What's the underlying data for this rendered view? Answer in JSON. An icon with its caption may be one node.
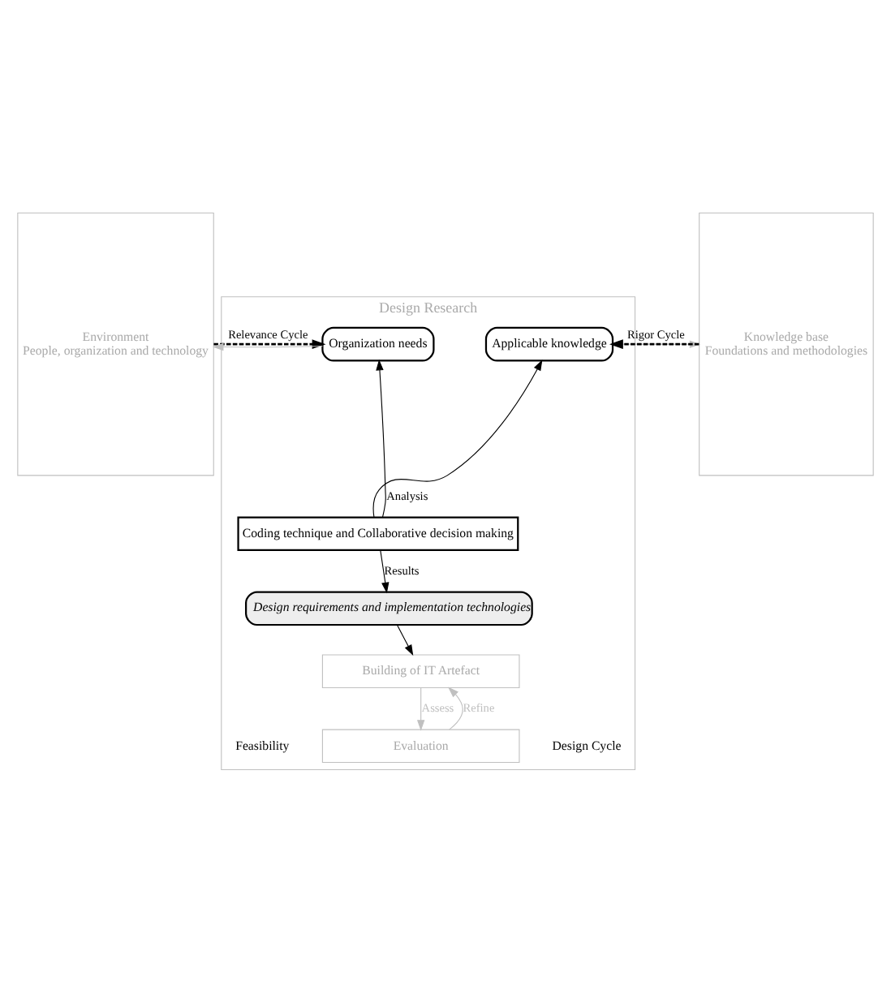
{
  "diagram": {
    "nodes": [
      {
        "text": [
          "Environment",
          "People, organization and technology"
        ]
      },
      {
        "text": [
          "Design Research"
        ]
      },
      {
        "text": [
          "Knowledge base",
          "Foundations and methodologies"
        ]
      },
      {
        "text": [
          "Organization needs"
        ],
        "in": 1
      },
      {
        "text": [
          "Applicable knowledge"
        ],
        "in": 1
      },
      {
        "text": [
          "Coding technique and Collaborative decision making"
        ],
        "in": 1
      },
      {
        "text": [
          "Design requirements and implementation technologies"
        ],
        "in": 1
      },
      {
        "text": [
          "Building of IT Artefact"
        ],
        "in": 1
      },
      {
        "text": [
          "Evaluation"
        ],
        "in": 1
      }
    ],
    "edges": [
      {
        "from": 0,
        "to": 3,
        "arrow": "to",
        "style": "dashed",
        "label": "Relevance Cycle"
      },
      {
        "from": 3,
        "to": 0,
        "arrow": "to",
        "color": "#c0c0c0"
      },
      {
        "from": 2,
        "to": 4,
        "arrow": "to",
        "style": "dashed",
        "label": "Rigor Cycle"
      },
      {
        "from": 4,
        "to": 2,
        "arrow": "to",
        "color": "#c0c0c0"
      },
      {
        "from": 5,
        "to": 3,
        "arrow": "to",
        "label": "Analysis"
      },
      {
        "from": 5,
        "to": 4,
        "arrow": "to"
      },
      {
        "from": 5,
        "to": 6,
        "arrow": "to",
        "label": "Results"
      },
      {
        "from": 6,
        "to": 7,
        "arrow": "to"
      },
      {
        "from": 7,
        "to": 8,
        "arrow": "to",
        "color": "#c0c0c0",
        "label": "Assess"
      },
      {
        "from": 8,
        "to": 7,
        "arrow": "to",
        "color": "#c0c0c0",
        "label": "Refine"
      }
    ],
    "labels": [
      "Design Cycle",
      "Feasibility"
    ]
  }
}
